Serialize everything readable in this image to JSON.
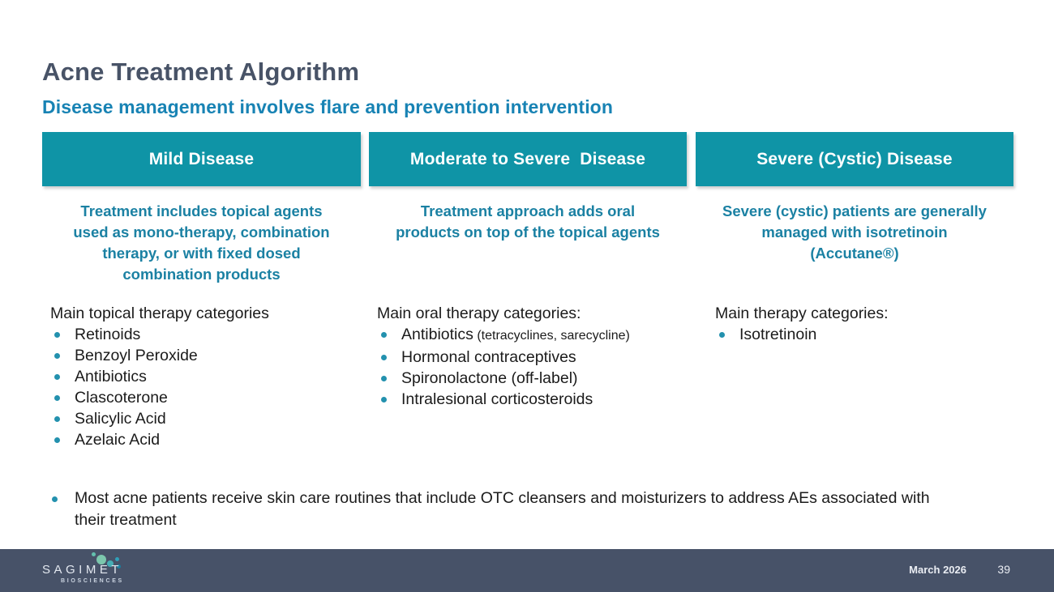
{
  "slide": {
    "title": "Acne Treatment Algorithm",
    "subtitle": "Disease management involves flare and prevention intervention",
    "columns": [
      {
        "header": "Mild Disease",
        "description_lines": [
          "Treatment includes topical agents",
          "used as mono-therapy, combination",
          "therapy, or with fixed dosed",
          "combination products"
        ],
        "list_title": "Main topical therapy categories",
        "items": [
          {
            "text": "Retinoids"
          },
          {
            "text": "Benzoyl Peroxide"
          },
          {
            "text": "Antibiotics"
          },
          {
            "text": "Clascoterone"
          },
          {
            "text": "Salicylic Acid"
          },
          {
            "text": "Azelaic Acid"
          }
        ]
      },
      {
        "header": "Moderate to Severe  Disease",
        "description_lines": [
          "Treatment approach adds oral",
          "products on top of the topical agents"
        ],
        "list_title": "Main oral therapy categories:",
        "items": [
          {
            "text": "Antibiotics",
            "note": "(tetracyclines, sarecycline)"
          },
          {
            "text": "Hormonal contraceptives"
          },
          {
            "text": "Spironolactone (off-label)"
          },
          {
            "text": "Intralesional corticosteroids"
          }
        ]
      },
      {
        "header": "Severe (Cystic) Disease",
        "description_lines": [
          "Severe (cystic) patients are generally",
          "managed with isotretinoin",
          "(Accutane®)"
        ],
        "list_title": "Main therapy categories:",
        "items": [
          {
            "text": "Isotretinoin"
          }
        ]
      }
    ],
    "footnote_lines": [
      "Most acne patients receive skin care routines that include OTC cleansers and moisturizers to address AEs associated with",
      "their treatment"
    ],
    "footer": {
      "logo_text": "SAGIMET",
      "logo_subtext": "BIOSCIENCES",
      "date": "March 2026",
      "page_number": "39"
    },
    "colors": {
      "teal_header": "#0F94A6",
      "title_text": "#485367",
      "subtitle_text": "#1883B4",
      "description_text": "#1B81A3",
      "bullet_dot": "#2391AE",
      "body_text": "#1B1B1B",
      "footer_bg": "#475268",
      "footer_text": "#EAEDF3",
      "logo_dots": [
        "#63C1AE",
        "#7CC7AD",
        "#46AEB5",
        "#2F9FB8",
        "#1B7F9E"
      ]
    }
  }
}
